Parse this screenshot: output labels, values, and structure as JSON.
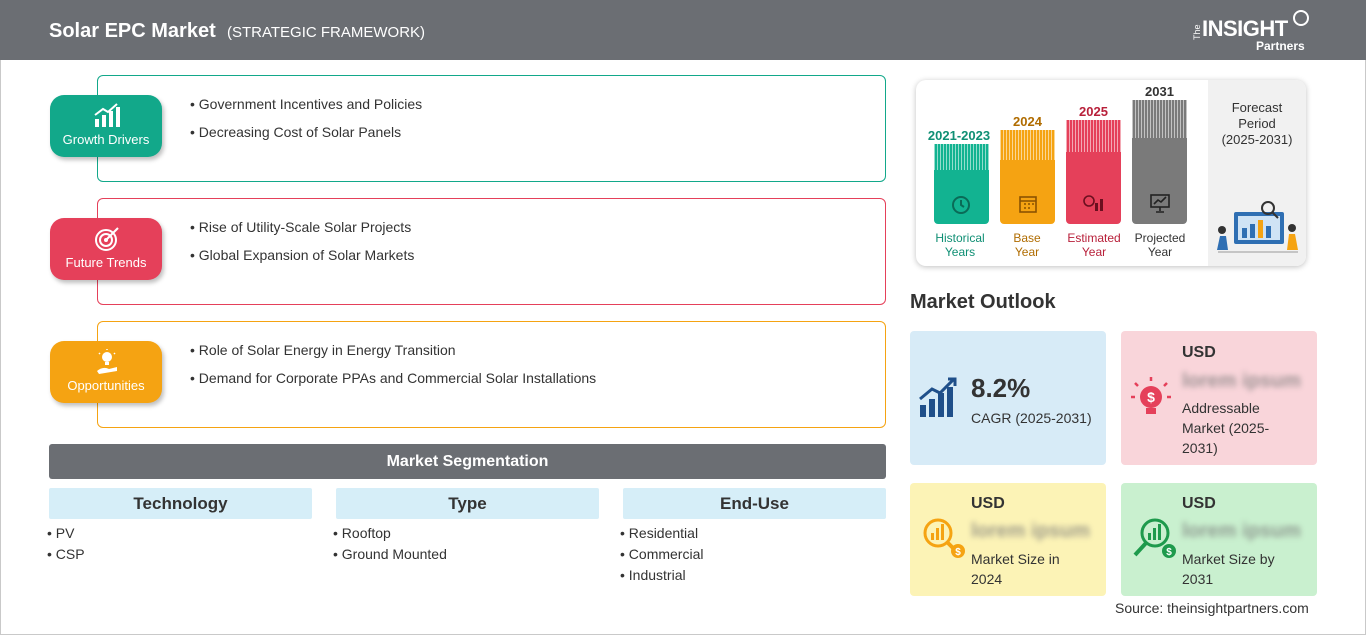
{
  "header": {
    "title": "Solar EPC Market",
    "subtitle": "(STRATEGIC FRAMEWORK)",
    "logo": {
      "the": "The",
      "insight": "INSIGHT",
      "partners": "Partners"
    }
  },
  "framework": [
    {
      "label": "Growth Drivers",
      "color": "#12a88a",
      "icon": "growth-chart-icon",
      "items": [
        "Government Incentives and Policies",
        "Decreasing Cost of Solar Panels"
      ]
    },
    {
      "label": "Future Trends",
      "color": "#e5405a",
      "icon": "target-icon",
      "items": [
        "Rise of Utility-Scale Solar Projects",
        "Global Expansion of Solar Markets"
      ]
    },
    {
      "label": "Opportunities",
      "color": "#f5a312",
      "icon": "lightbulb-hand-icon",
      "items": [
        "Role of Solar Energy in Energy Transition",
        "Demand for Corporate PPAs and Commercial Solar Installations"
      ]
    }
  ],
  "segmentation": {
    "title": "Market Segmentation",
    "columns": [
      {
        "heading": "Technology",
        "items": [
          "PV",
          "CSP"
        ]
      },
      {
        "heading": "Type",
        "items": [
          "Rooftop",
          "Ground Mounted"
        ]
      },
      {
        "heading": "End-Use",
        "items": [
          "Residential",
          "Commercial",
          "Industrial"
        ]
      }
    ]
  },
  "timeline": {
    "periods": [
      {
        "year": "2021-2023",
        "caption1": "Historical",
        "caption2": "Years",
        "color": "#12b391",
        "text_color": "#0f8f74",
        "icon": "history-icon"
      },
      {
        "year": "2024",
        "caption1": "Base",
        "caption2": "Year",
        "color": "#f5a312",
        "text_color": "#b06c00",
        "icon": "calendar-icon"
      },
      {
        "year": "2025",
        "caption1": "Estimated",
        "caption2": "Year",
        "color": "#e5405a",
        "text_color": "#b8203a",
        "icon": "settings-chart-icon"
      },
      {
        "year": "2031",
        "caption1": "Projected",
        "caption2": "Year",
        "color": "#7a7a7a",
        "text_color": "#333333",
        "icon": "presentation-icon"
      }
    ],
    "forecast": {
      "line1": "Forecast",
      "line2": "Period",
      "line3": "(2025-2031)"
    }
  },
  "outlook": {
    "title": "Market Outlook",
    "cagr": {
      "value": "8.2%",
      "label": "CAGR (2025-2031)",
      "color": "#d7ebf7"
    },
    "addressable": {
      "usd": "USD",
      "value": "lorem ipsum",
      "desc1": "Addressable",
      "desc2": "Market (2025-",
      "desc3": "2031)",
      "color": "#f9d5da"
    },
    "size2024": {
      "usd": "USD",
      "value": "lorem ipsum",
      "desc1": "Market Size in",
      "desc2": "2024",
      "color": "#fcf3b6"
    },
    "size2031": {
      "usd": "USD",
      "value": "lorem ipsum",
      "desc1": "Market Size by",
      "desc2": "2031",
      "color": "#c9f0cf"
    }
  },
  "source": "Source: theinsightpartners.com"
}
